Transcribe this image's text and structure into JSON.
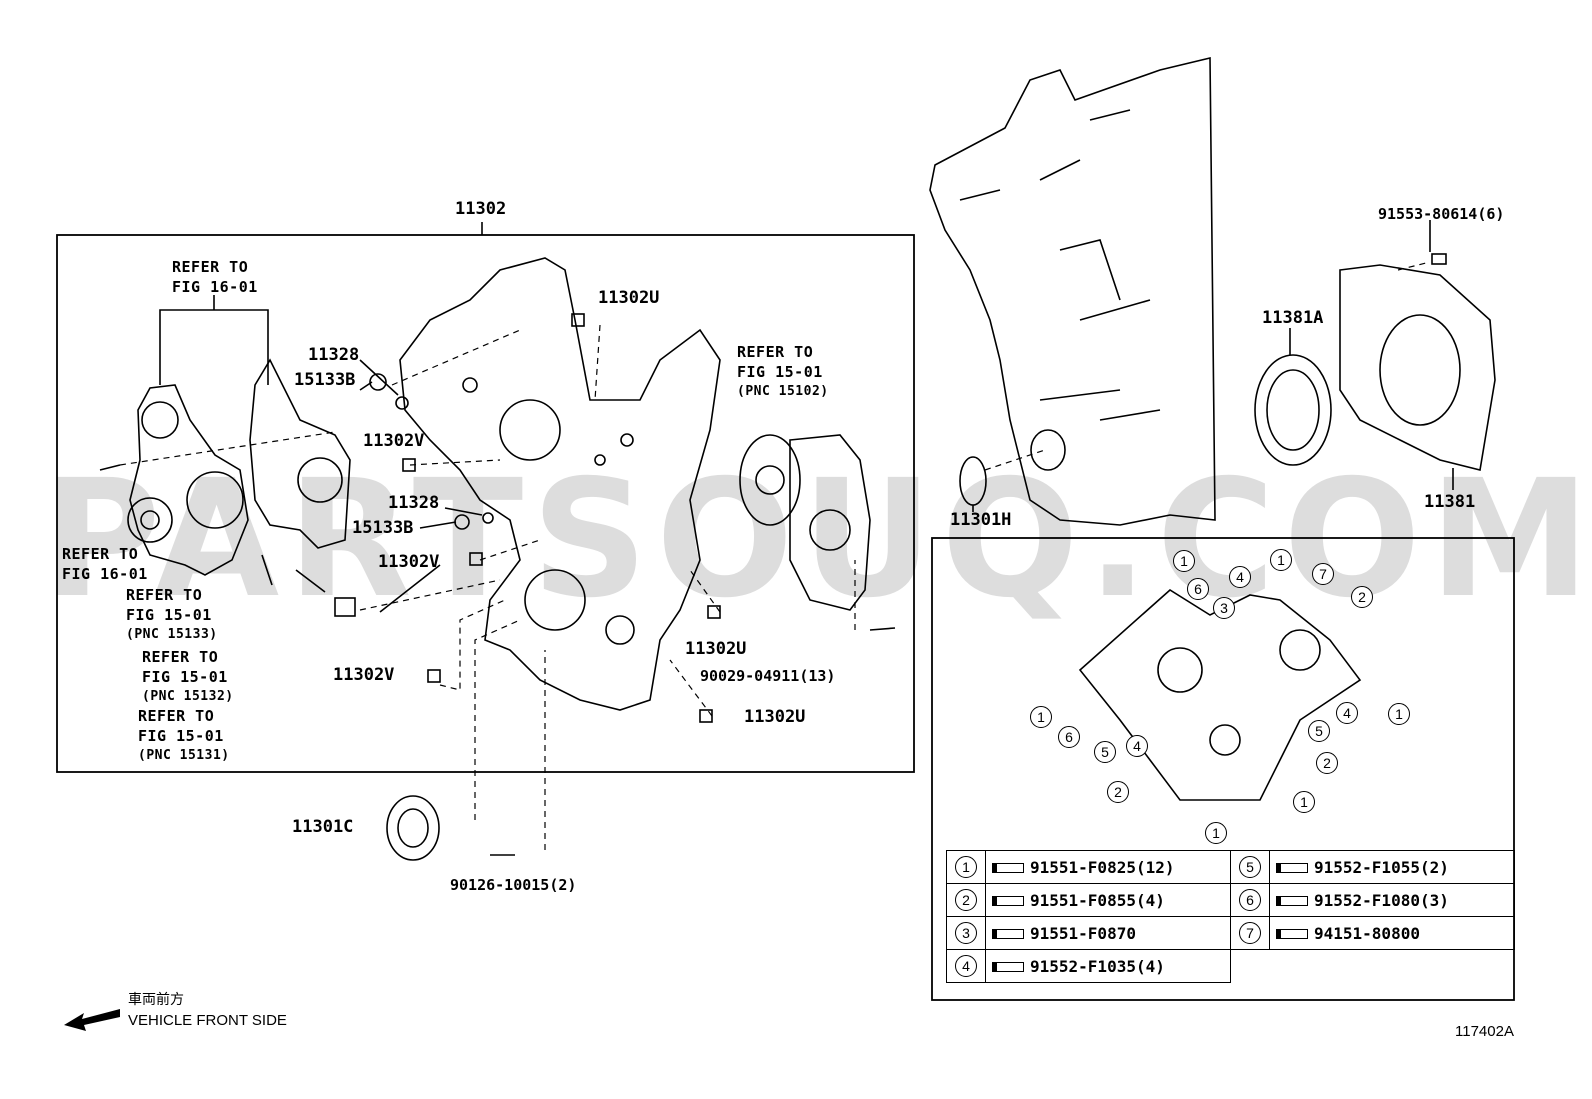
{
  "watermark": "PARTSOUQ.COM",
  "group_label": "11302",
  "figure_code": "117402A",
  "direction": {
    "jp": "車両前方",
    "en": "VEHICLE FRONT SIDE"
  },
  "refs": {
    "fig16_top": [
      "REFER TO",
      "FIG 16-01"
    ],
    "fig16_left": [
      "REFER TO",
      "FIG 16-01"
    ],
    "fig15_a": [
      "REFER TO",
      "FIG 15-01",
      "(PNC 15133)"
    ],
    "fig15_b": [
      "REFER TO",
      "FIG 15-01",
      "(PNC 15132)"
    ],
    "fig15_c": [
      "REFER TO",
      "FIG 15-01",
      "(PNC 15131)"
    ],
    "fig15_d": [
      "REFER TO",
      "FIG 15-01",
      "(PNC 15102)"
    ]
  },
  "parts": {
    "p11302U_a": "11302U",
    "p11328_a": "11328",
    "p15133B_a": "15133B",
    "p11302V_a": "11302V",
    "p11328_b": "11328",
    "p15133B_b": "15133B",
    "p11302V_b": "11302V",
    "p11302U_b": "11302U",
    "p90029": "90029-04911(13)",
    "p11302V_c": "11302V",
    "p11302U_c": "11302U",
    "p11301C": "11301C",
    "p90126": "90126-10015(2)",
    "p91553": "91553-80614(6)",
    "p11381A": "11381A",
    "p11381": "11381",
    "p11301H": "11301H"
  },
  "bolt_markers": [
    {
      "n": "1"
    },
    {
      "n": "6"
    },
    {
      "n": "3"
    },
    {
      "n": "4"
    },
    {
      "n": "1"
    },
    {
      "n": "7"
    },
    {
      "n": "2"
    },
    {
      "n": "1"
    },
    {
      "n": "6"
    },
    {
      "n": "5"
    },
    {
      "n": "4"
    },
    {
      "n": "5"
    },
    {
      "n": "4"
    },
    {
      "n": "1"
    },
    {
      "n": "2"
    },
    {
      "n": "2"
    },
    {
      "n": "1"
    },
    {
      "n": "1"
    }
  ],
  "legend": [
    {
      "left": {
        "n": "1",
        "part": "91551-F0825(12)"
      },
      "right": {
        "n": "5",
        "part": "91552-F1055(2)"
      }
    },
    {
      "left": {
        "n": "2",
        "part": "91551-F0855(4)"
      },
      "right": {
        "n": "6",
        "part": "91552-F1080(3)"
      }
    },
    {
      "left": {
        "n": "3",
        "part": "91551-F0870"
      },
      "right": {
        "n": "7",
        "part": "94151-80800"
      }
    },
    {
      "left": {
        "n": "4",
        "part": "91552-F1035(4)"
      },
      "right": null
    }
  ]
}
